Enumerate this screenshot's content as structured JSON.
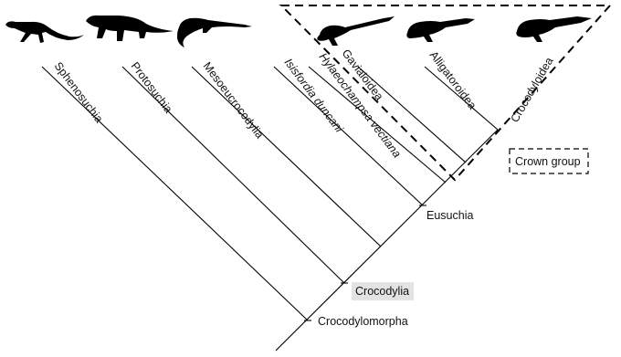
{
  "taxa": {
    "sphenosuchia": "Sphenosuchia",
    "protosuchia": "Protosuchia",
    "mesoeucrocodylia": "Mesoeucrocodylia",
    "isisfordia": "Isisfordia duncani",
    "hylaeochampsa": "Hylaeochampsa vectiana",
    "gavialoidea": "Gavialoidea",
    "alligatoroidea": "Alligatoroidea",
    "crocodyloidea": "Crocodyloidea"
  },
  "nodes": {
    "crocodylomorpha": "Crocodylomorpha",
    "crocodylia": "Crocodylia",
    "eusuchia": "Eusuchia"
  },
  "legend": {
    "crown_group": "Crown group"
  },
  "silhouettes": [
    "sphenosuchian-silhouette",
    "protosuchian-silhouette",
    "mesoeucrocodylian-silhouette",
    "gavialoid-silhouette",
    "alligatoroid-silhouette",
    "crocodyloid-silhouette"
  ],
  "colors": {
    "line": "#000000",
    "highlight": "#e3e3e3"
  }
}
